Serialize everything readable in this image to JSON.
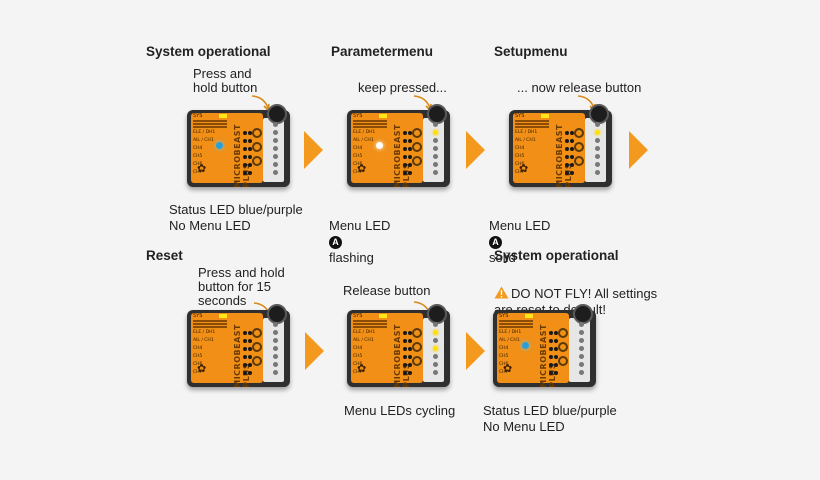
{
  "colors": {
    "accent": "#f39a1e",
    "device_orange": "#f18f16",
    "status_blue": "#2a9fd6"
  },
  "icons": {
    "arrow": "arrow-right-icon",
    "warning": "warning-icon",
    "menu_led": "circled-a-icon"
  },
  "device": {
    "tag": "SYS",
    "channel_labels": [
      "ELE / DH1",
      "AIL / CH1",
      "CH4",
      "CH5",
      "CH6",
      "CH7"
    ],
    "brand": "MICROBEAST",
    "model": "PLUS"
  },
  "steps": [
    {
      "heading": "System operational",
      "note": "Press and\nhold button",
      "caption": "Status LED blue/purple\nNo Menu LED"
    },
    {
      "heading": "Parametermenu",
      "note": "keep pressed...",
      "caption_before": "Menu LED",
      "caption_icon": "A",
      "caption_after": "flashing"
    },
    {
      "heading": "Setupmenu",
      "note": "... now release button",
      "caption_before": "Menu LED",
      "caption_icon": "A",
      "caption_after": "solid"
    },
    {
      "heading": "Reset",
      "note": "Press and hold\nbutton for 15\nseconds"
    },
    {
      "note": "Release button",
      "caption": "Menu LEDs cycling"
    },
    {
      "heading": "System operational",
      "warning": "DO NOT FLY! All settings\nare reset to default!",
      "caption": "Status LED blue/purple\nNo Menu LED"
    }
  ]
}
